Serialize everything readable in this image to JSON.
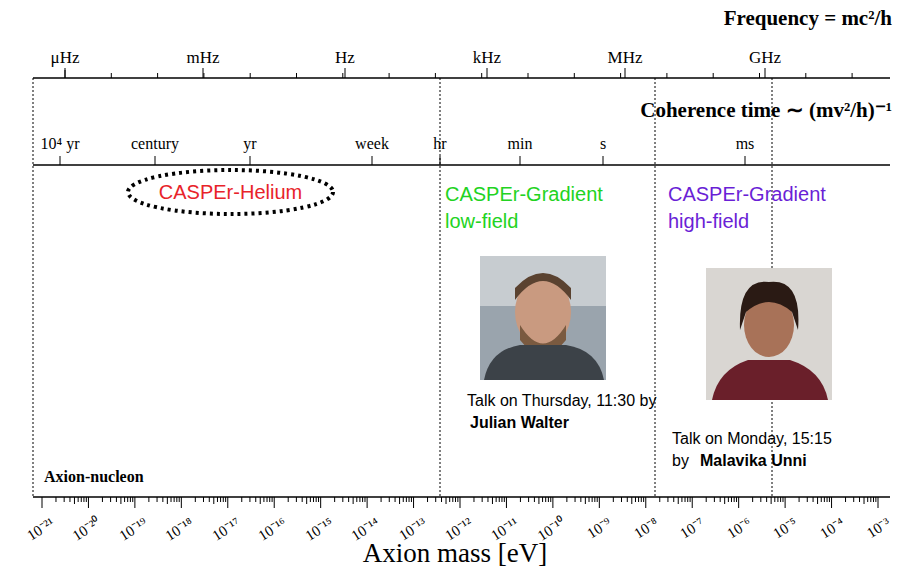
{
  "diagram": {
    "nodes": [
      {
        "text": [
          "CASPEr-Helium"
        ]
      }
    ],
    "labels": [
      "Frequency = mc²/h",
      "μHz",
      "mHz",
      "Hz",
      "kHz",
      "MHz",
      "GHz",
      "Coherence time ∼ (mv²/h)⁻¹",
      "10⁴ yr",
      "century",
      "yr",
      "week",
      "hr",
      "min",
      "s",
      "ms",
      "CASPEr-Gradient low-field",
      "CASPEr-Gradient high-field",
      "Talk on Thursday, 11:30 by",
      "Julian Walter",
      "Talk on Monday, 15:15",
      "by",
      "Malavika Unni",
      "Axion-nucleon",
      "10⁻²¹",
      "10⁻²⁰",
      "10⁻¹⁹",
      "10⁻¹⁸",
      "10⁻¹⁷",
      "10⁻¹⁶",
      "10⁻¹⁵",
      "10⁻¹⁴",
      "10⁻¹³",
      "10⁻¹²",
      "10⁻¹¹",
      "10⁻¹⁰",
      "10⁻⁹",
      "10⁻⁸",
      "10⁻⁷",
      "10⁻⁶",
      "10⁻⁵",
      "10⁻⁴",
      "10⁻³",
      "Axion mass [eV]"
    ]
  }
}
